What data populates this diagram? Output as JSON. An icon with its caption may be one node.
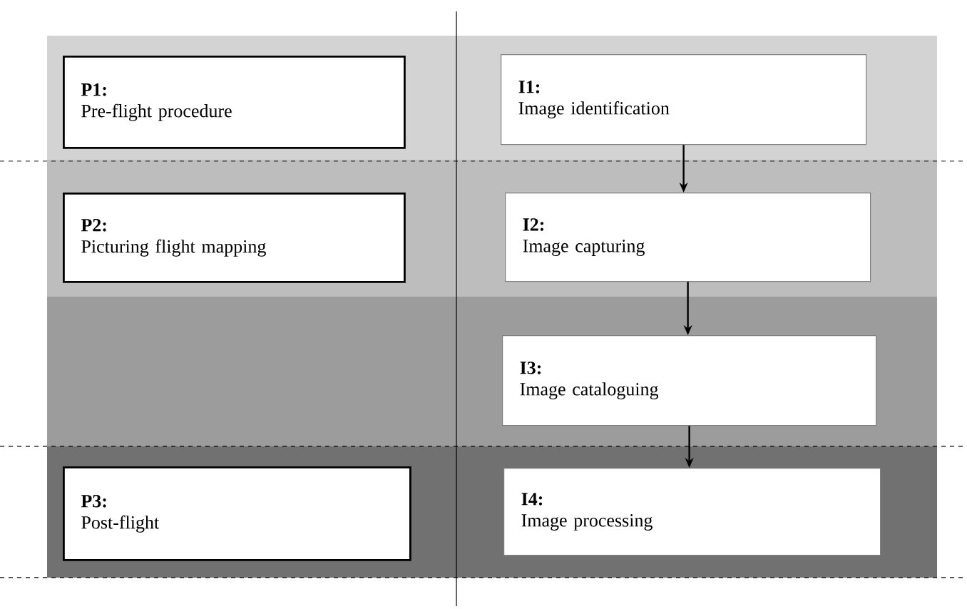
{
  "diagram": {
    "nodes": [
      {
        "text": [
          "P1:",
          "Pre-flight procedure"
        ]
      },
      {
        "text": [
          "I1:",
          "Image identification"
        ]
      },
      {
        "text": [
          "P2:",
          "Picturing flight mapping"
        ]
      },
      {
        "text": [
          "I2:",
          "Image capturing"
        ]
      },
      {
        "text": [
          "I3:",
          "Image cataloguing"
        ]
      },
      {
        "text": [
          "P3:",
          "Post-flight"
        ]
      },
      {
        "text": [
          "I4:",
          "Image processing"
        ]
      }
    ],
    "edges": [
      {
        "from": 1,
        "to": 3,
        "arrow": "to"
      },
      {
        "from": 3,
        "to": 4,
        "arrow": "to"
      },
      {
        "from": 4,
        "to": 6,
        "arrow": "to"
      }
    ]
  }
}
